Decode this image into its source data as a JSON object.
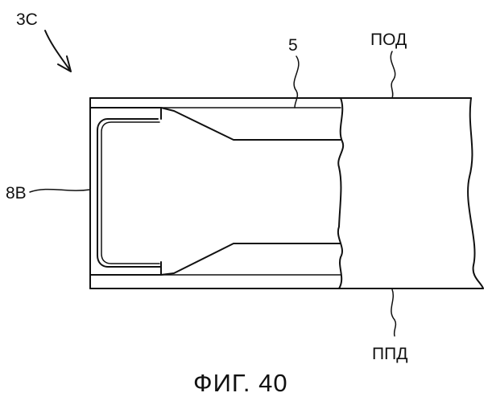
{
  "figure": {
    "labels": {
      "ref_3c": "3C",
      "ref_5": "5",
      "ref_8b": "8B",
      "pod": "ПОД",
      "ppd": "ППД"
    },
    "caption": "ФИГ. 40"
  }
}
